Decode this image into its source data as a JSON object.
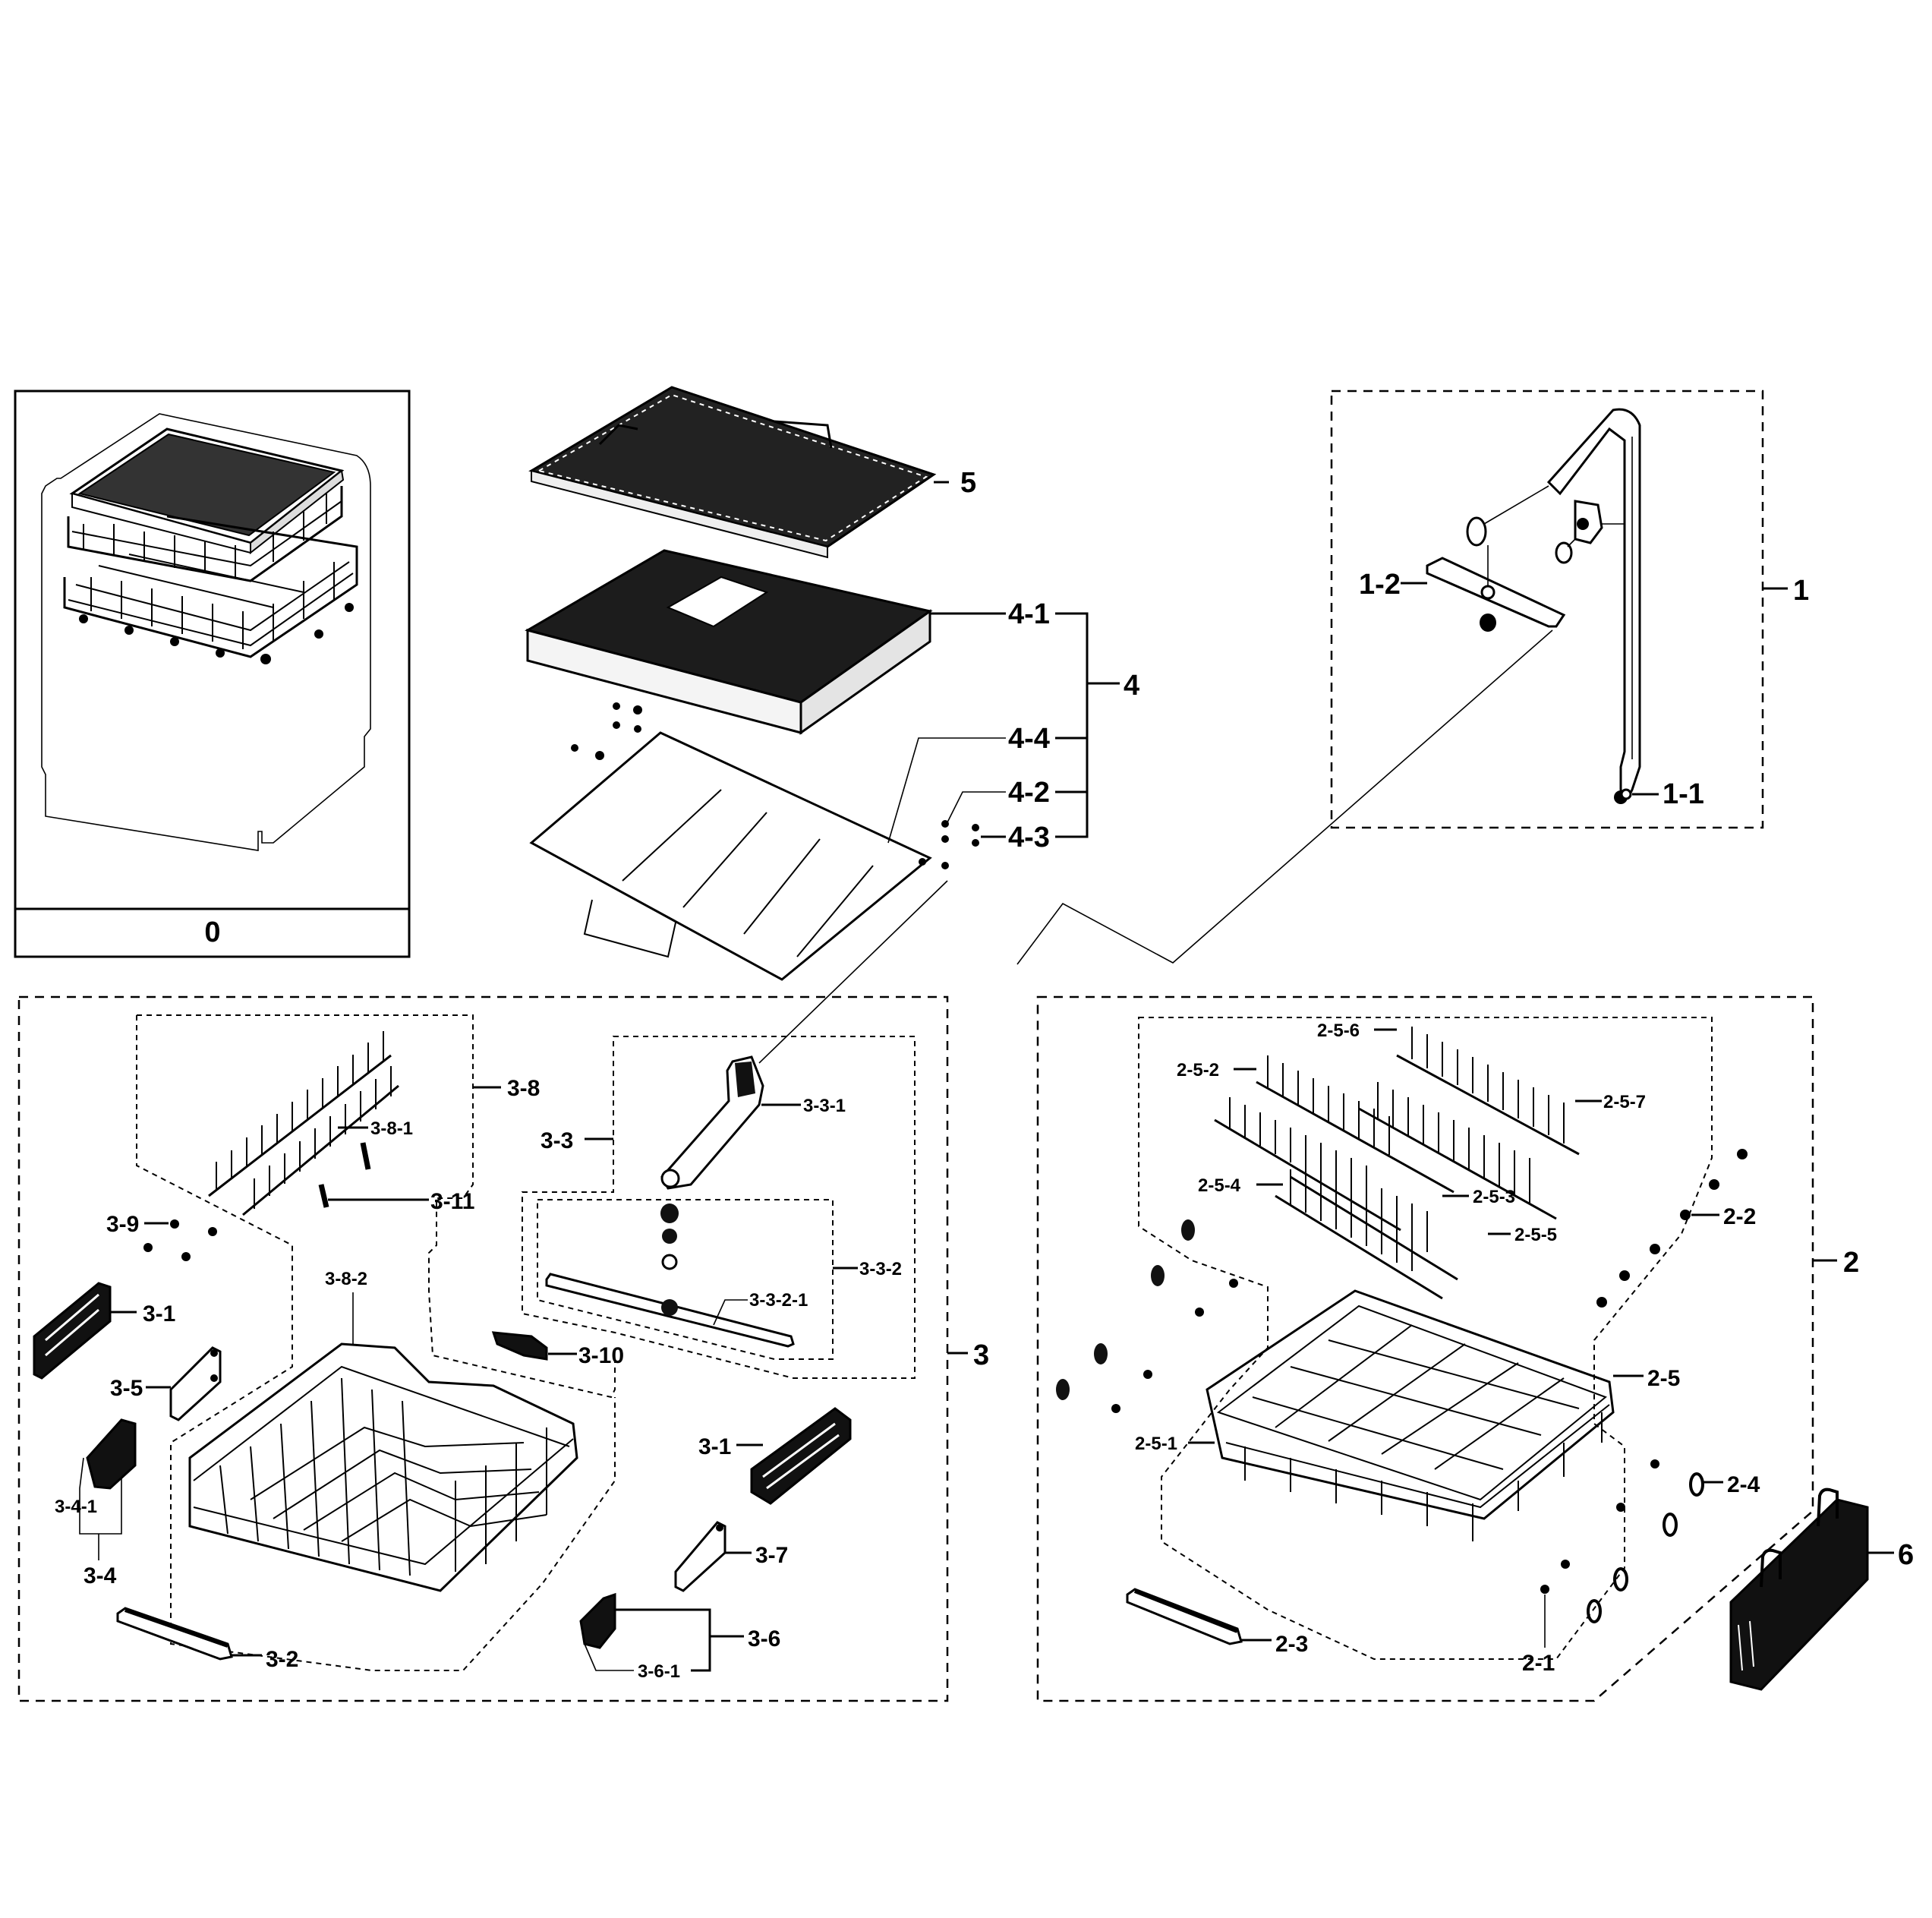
{
  "diagram": {
    "title": "Dishwasher rack assembly exploded parts diagram",
    "overview_box": {
      "label": "0"
    },
    "groups": [
      {
        "id": "1",
        "label": "1",
        "parts": [
          "1-1",
          "1-2"
        ]
      },
      {
        "id": "2",
        "label": "2",
        "parts": [
          "2-1",
          "2-2",
          "2-3",
          "2-4",
          "2-5",
          "2-5-1",
          "2-5-2",
          "2-5-3",
          "2-5-4",
          "2-5-5",
          "2-5-6",
          "2-5-7"
        ]
      },
      {
        "id": "3",
        "label": "3",
        "parts": [
          "3-1",
          "3-1",
          "3-2",
          "3-3",
          "3-3-1",
          "3-3-2",
          "3-3-2-1",
          "3-4",
          "3-4-1",
          "3-5",
          "3-6",
          "3-6-1",
          "3-7",
          "3-8",
          "3-8-1",
          "3-8-2",
          "3-9",
          "3-10",
          "3-11"
        ]
      },
      {
        "id": "4",
        "label": "4",
        "parts": [
          "4-1",
          "4-2",
          "4-3",
          "4-4"
        ]
      }
    ],
    "standalone_parts": [
      "5",
      "6"
    ]
  },
  "labels": {
    "l0": "0",
    "l1": "1",
    "l1_1": "1-1",
    "l1_2": "1-2",
    "l2": "2",
    "l2_1": "2-1",
    "l2_2": "2-2",
    "l2_3": "2-3",
    "l2_4": "2-4",
    "l2_5": "2-5",
    "l2_5_1": "2-5-1",
    "l2_5_2": "2-5-2",
    "l2_5_3": "2-5-3",
    "l2_5_4": "2-5-4",
    "l2_5_5": "2-5-5",
    "l2_5_6": "2-5-6",
    "l2_5_7": "2-5-7",
    "l3": "3",
    "l3_1a": "3-1",
    "l3_1b": "3-1",
    "l3_2": "3-2",
    "l3_3": "3-3",
    "l3_3_1": "3-3-1",
    "l3_3_2": "3-3-2",
    "l3_3_2_1": "3-3-2-1",
    "l3_4": "3-4",
    "l3_4_1": "3-4-1",
    "l3_5": "3-5",
    "l3_6": "3-6",
    "l3_6_1": "3-6-1",
    "l3_7": "3-7",
    "l3_8": "3-8",
    "l3_8_1": "3-8-1",
    "l3_8_2": "3-8-2",
    "l3_9": "3-9",
    "l3_10": "3-10",
    "l3_11": "3-11",
    "l4": "4",
    "l4_1": "4-1",
    "l4_2": "4-2",
    "l4_3": "4-3",
    "l4_4": "4-4",
    "l5": "5",
    "l6": "6"
  }
}
